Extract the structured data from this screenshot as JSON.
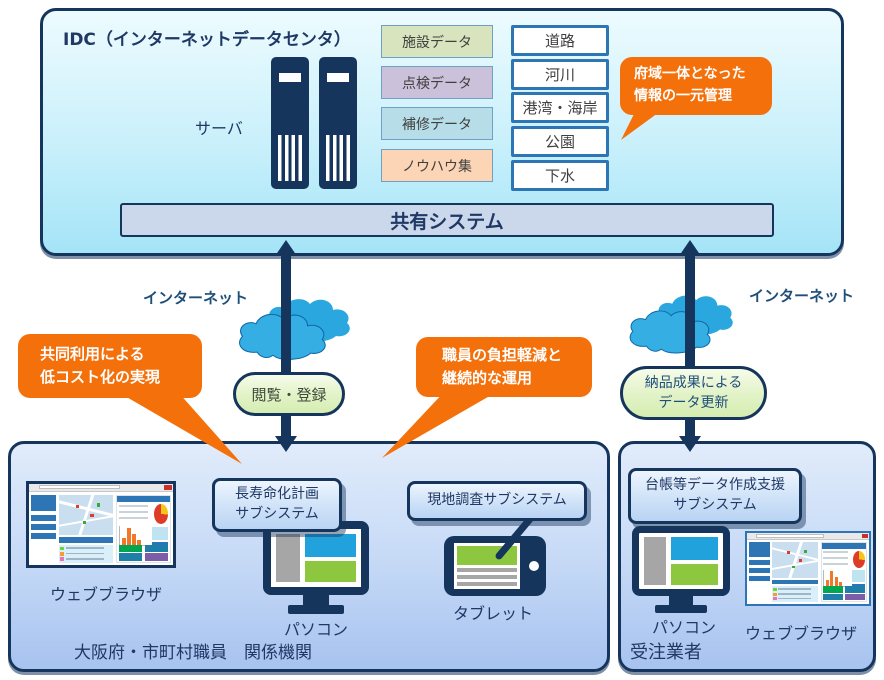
{
  "idc": {
    "title": "IDC（インターネットデータセンタ）",
    "server_label": "サーバ",
    "data_boxes": [
      "施設データ",
      "点検データ",
      "補修データ",
      "ノウハウ集"
    ],
    "categories": [
      "道路",
      "河川",
      "港湾・海岸",
      "公園",
      "下水"
    ],
    "bubble_line1": "府域一体となった",
    "bubble_line2": "情報の一元管理",
    "shared_system": "共有システム"
  },
  "network": {
    "internet_left": "インターネット",
    "internet_right": "インターネット",
    "pill_view": "閲覧・登録",
    "pill_deliv_line1": "納品成果による",
    "pill_deliv_line2": "データ更新"
  },
  "callouts": {
    "left_line1": "共同利用による",
    "left_line2": "低コスト化の実現",
    "mid_line1": "職員の負担軽減と",
    "mid_line2": "継続的な運用"
  },
  "left_group": {
    "browser_label": "ウェブブラウザ",
    "subsystem_plan_line1": "長寿命化計画",
    "subsystem_plan_line2": "サブシステム",
    "pc_label": "パソコン",
    "subsystem_field": "現地調査サブシステム",
    "tablet_label": "タブレット",
    "caption": "大阪府・市町村職員　関係機関"
  },
  "right_group": {
    "subsystem_ledger_line1": "台帳等データ作成支援",
    "subsystem_ledger_line2": "サブシステム",
    "pc_label": "パソコン",
    "browser_label": "ウェブブラウザ",
    "caption": "受注業者"
  },
  "colors": {
    "navy": "#16355C",
    "orange_callout": "#F4700B",
    "cloud_blue": "#35AEE4",
    "top_box_fill": "#C9F0FB",
    "bottom_box_fill": "#C4D8F6",
    "shared_bar_fill": "#CBD8EC",
    "pill_green": "#D5EDB1",
    "data_green": "#D7E4BD",
    "data_purple": "#CCC1DA",
    "data_teal": "#B7DDE8",
    "data_peach": "#FBD5B5"
  }
}
